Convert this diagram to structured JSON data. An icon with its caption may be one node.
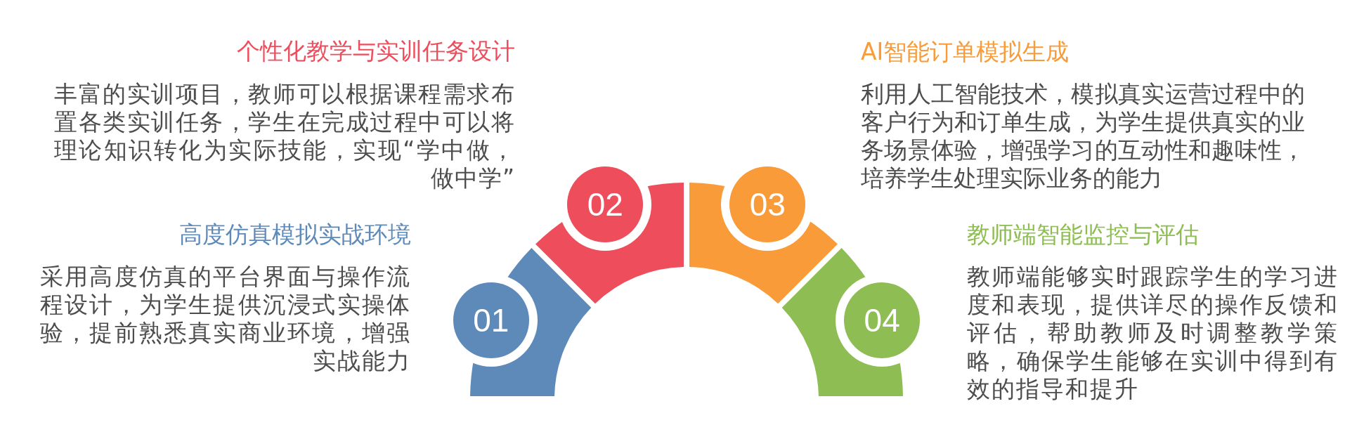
{
  "diagram": {
    "nodes": [
      {
        "text": [
          "01"
        ],
        "beside": [
          "高度仿真模拟实战环境",
          "采用高度仿真的平台界面与操作流程设计，为学生提供沉浸式实操体验，提前熟悉真实商业环境，增强实战能力"
        ]
      },
      {
        "text": [
          "02"
        ],
        "beside": [
          "个性化教学与实训任务设计",
          "丰富的实训项目，教师可以根据课程需求布置各类实训任务，学生在完成过程中可以将理论知识转化为实际技能，实现“学中做，做中学”"
        ]
      },
      {
        "text": [
          "03"
        ],
        "beside": [
          "AI智能订单模拟生成",
          "利用人工智能技术，模拟真实运营过程中的客户行为和订单生成，为学生提供真实的业务场景体验，增强学习的互动性和趣味性，培养学生处理实际业务的能力"
        ]
      },
      {
        "text": [
          "04"
        ],
        "beside": [
          "教师端智能监控与评估",
          "教师端能够实时跟踪学生的学习进度和表现，提供详尽的操作反馈和评估，帮助教师及时调整教学策略，确保学生能够在实训中得到有效的指导和提升"
        ]
      }
    ]
  }
}
